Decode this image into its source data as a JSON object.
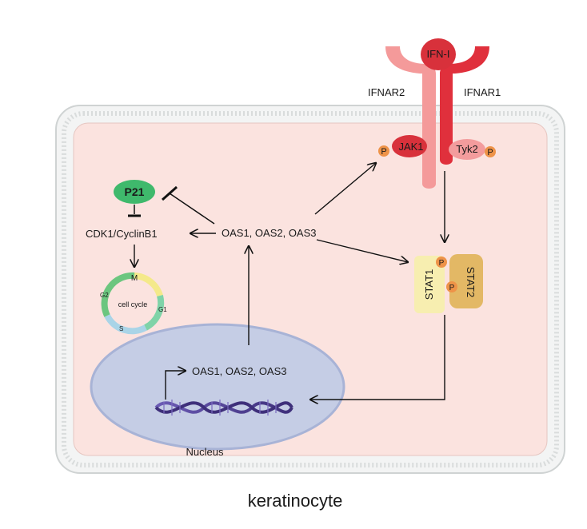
{
  "title": "keratinocyte",
  "receptor": {
    "ligand": "IFN-I",
    "left_chain": "IFNAR2",
    "right_chain": "IFNAR1",
    "kinase_left": "JAK1",
    "kinase_right": "Tyk2",
    "phospho": "P"
  },
  "stat": {
    "stat1": "STAT1",
    "stat2": "STAT2"
  },
  "pathway": {
    "oas_cytoplasm": "OAS1,  OAS2,  OAS3",
    "oas_nucleus": "OAS1,  OAS2,  OAS3",
    "cdk": "CDK1/CyclinB1",
    "p21": "P21"
  },
  "cell_cycle": {
    "center": "cell cycle",
    "phases": {
      "m": "M",
      "g1": "G1",
      "s": "S",
      "g2": "G2"
    }
  },
  "nucleus_label": "Nucleus",
  "colors": {
    "cytoplasm": "#fbe3df",
    "membrane": "#e9ecec",
    "receptor_left": "#f49a9a",
    "receptor_right": "#e0303c",
    "jak1": "#d8313b",
    "tyk2": "#f39c9d",
    "phospho": "#ee9348",
    "stat1": "#f7eeb0",
    "stat2": "#e3b865",
    "p21": "#3fb96c",
    "nucleus": "#c5cde5",
    "dna": "#5a4a9c"
  }
}
